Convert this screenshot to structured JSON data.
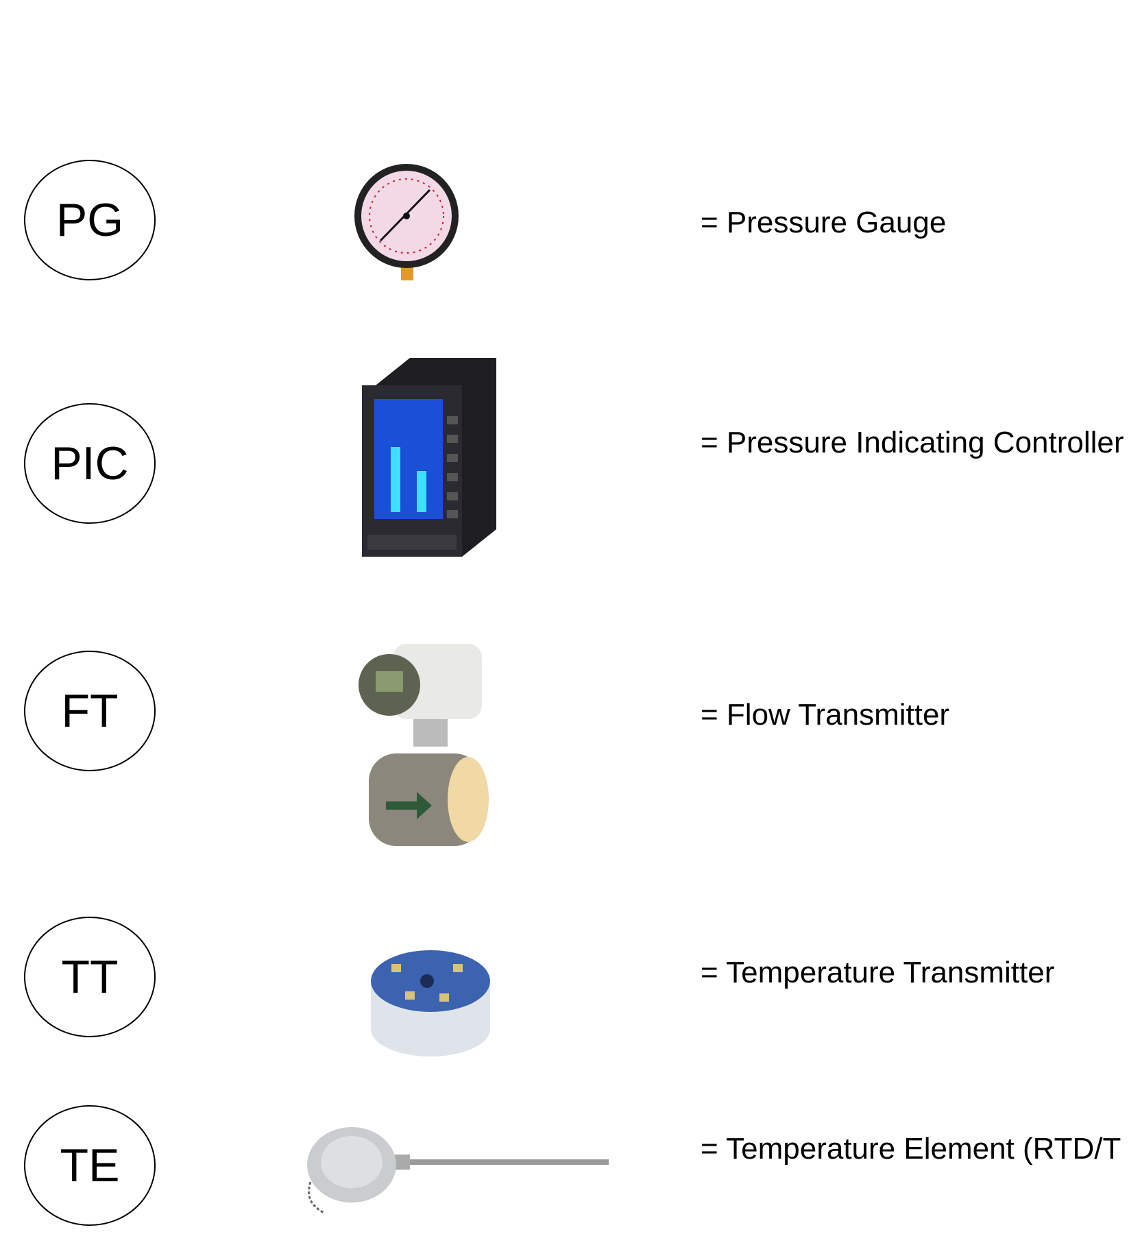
{
  "rows": [
    {
      "tag": "PG",
      "description": "= Pressure Gauge",
      "icon": "pressure-gauge-icon"
    },
    {
      "tag": "PIC",
      "description": "= Pressure Indicating Controller",
      "icon": "controller-icon"
    },
    {
      "tag": "FT",
      "description": "= Flow Transmitter",
      "icon": "flow-transmitter-icon"
    },
    {
      "tag": "TT",
      "description": "= Temperature Transmitter",
      "icon": "temperature-transmitter-icon"
    },
    {
      "tag": "TE",
      "description": "= Temperature Element (RTD/T",
      "icon": "temperature-element-icon"
    }
  ],
  "colors": {
    "gauge_face": "#f3d9e6",
    "controller_screen": "#1a4fd8",
    "tt_body": "#3b63b0"
  }
}
